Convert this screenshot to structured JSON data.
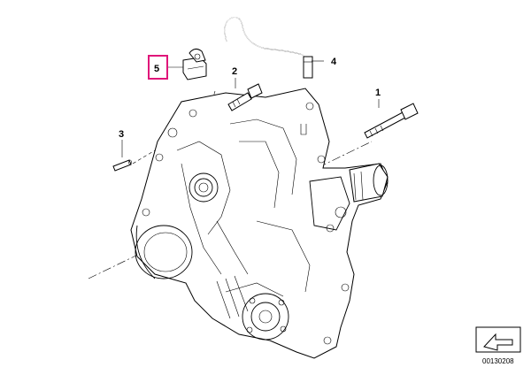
{
  "callouts": [
    {
      "id": "1",
      "label": "1"
    },
    {
      "id": "2",
      "label": "2"
    },
    {
      "id": "3",
      "label": "3"
    },
    {
      "id": "4",
      "label": "4"
    },
    {
      "id": "5",
      "label": "5"
    }
  ],
  "highlight": {
    "callout": "5",
    "color": "#e0167a"
  },
  "drawing_code": "00130208",
  "icons": {
    "nav": "arrow-down-left-icon"
  }
}
